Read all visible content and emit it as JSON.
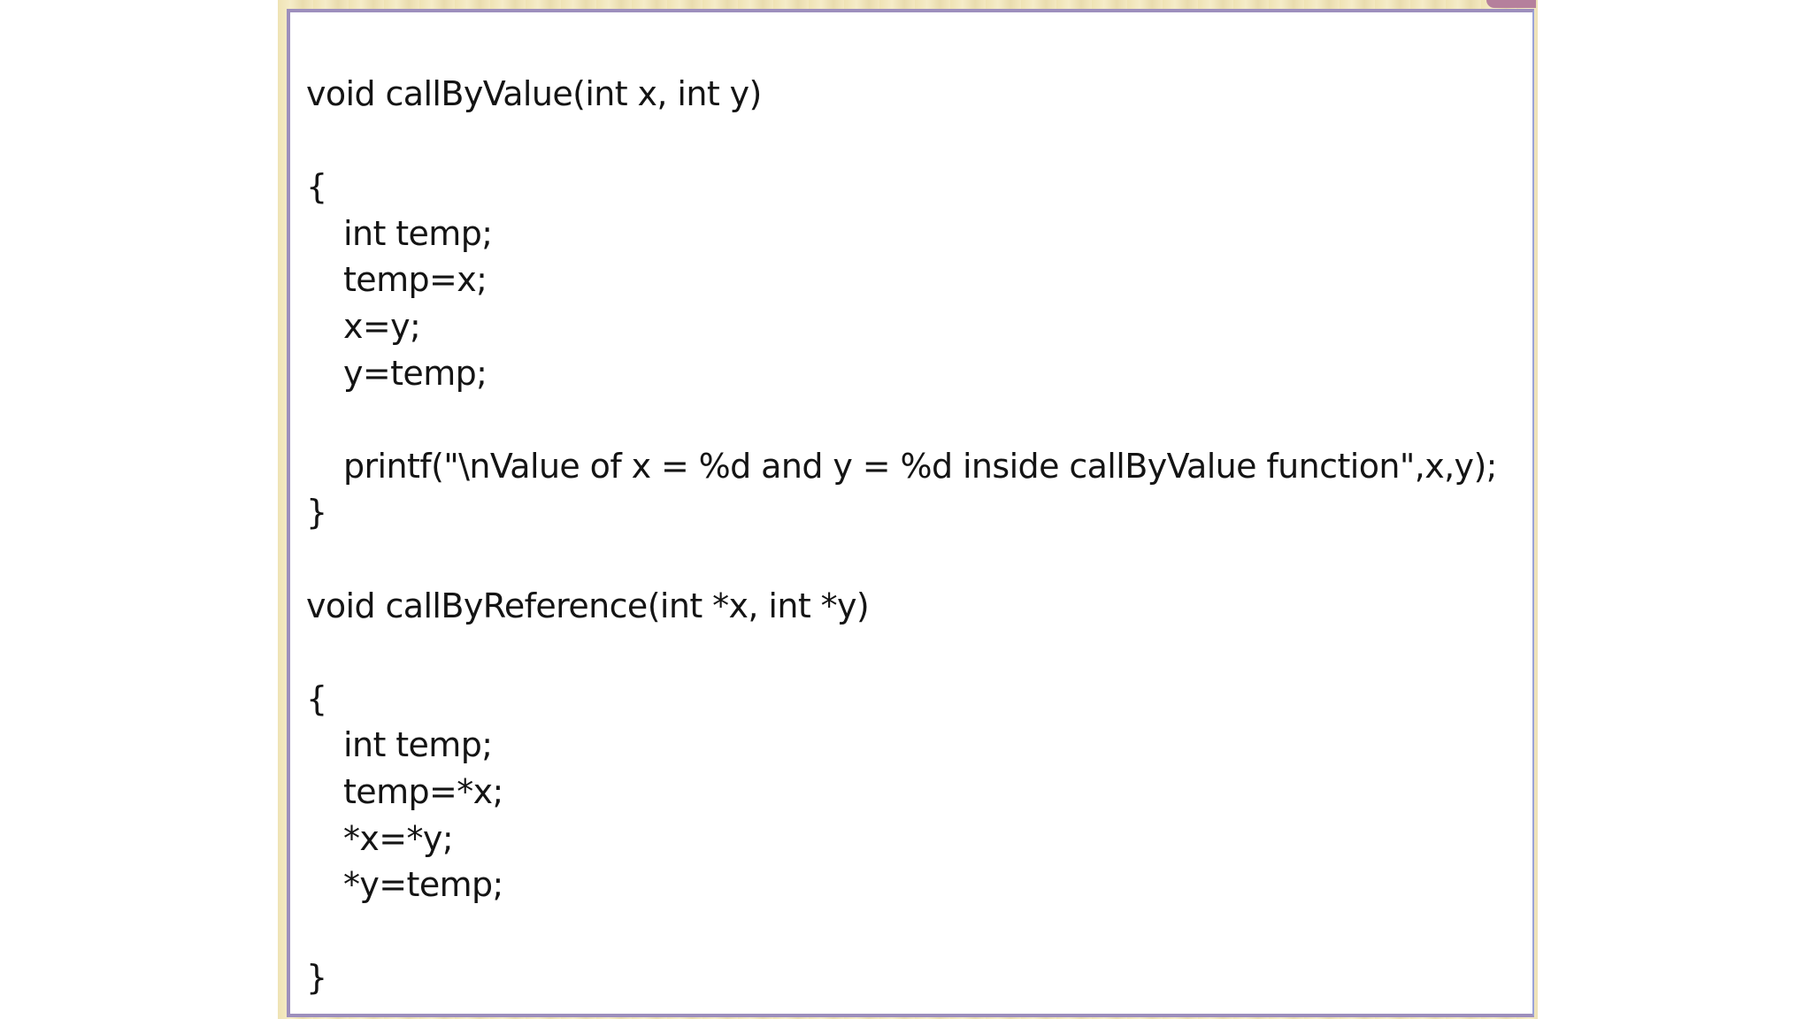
{
  "code_lines": [
    {
      "text": "void callByValue(int x, int y)",
      "indent": 0
    },
    {
      "text": "",
      "indent": 0
    },
    {
      "text": "{",
      "indent": 0
    },
    {
      "text": "int temp;",
      "indent": 1
    },
    {
      "text": "temp=x;",
      "indent": 1
    },
    {
      "text": "x=y;",
      "indent": 1
    },
    {
      "text": "y=temp;",
      "indent": 1
    },
    {
      "text": "",
      "indent": 0
    },
    {
      "text": "printf(\"\\nValue of x = %d and y = %d inside callByValue function\",x,y);",
      "indent": 1
    },
    {
      "text": "}",
      "indent": 0
    },
    {
      "text": "",
      "indent": 0
    },
    {
      "text": "void callByReference(int *x, int *y)",
      "indent": 0
    },
    {
      "text": "",
      "indent": 0
    },
    {
      "text": "{",
      "indent": 0
    },
    {
      "text": "int temp;",
      "indent": 1
    },
    {
      "text": "temp=*x;",
      "indent": 1
    },
    {
      "text": "*x=*y;",
      "indent": 1
    },
    {
      "text": "*y=temp;",
      "indent": 1
    },
    {
      "text": "",
      "indent": 0
    },
    {
      "text": "}",
      "indent": 0
    }
  ],
  "colors": {
    "text": "#141414",
    "frame_border": "#9d8fbd",
    "frame_background": "#efe3b4",
    "corner_tab": "#b5809c"
  }
}
